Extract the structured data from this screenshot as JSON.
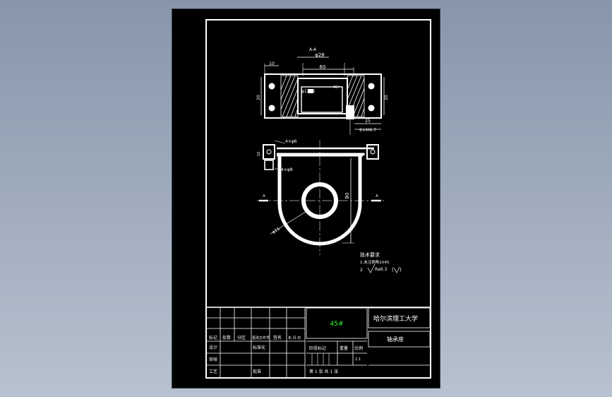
{
  "title_block": {
    "material": "45#",
    "school": "哈尔滨理工大学",
    "part_name": "轴承座",
    "row_labels": [
      "标记",
      "处数",
      "分区",
      "更改文件号",
      "签名",
      "年.月.日"
    ],
    "design_label": "设计",
    "standardization_label": "标准化",
    "review_label": "审核",
    "process_label": "工艺",
    "approve_label": "批准",
    "stage_mark_label": "阶段标记",
    "weight_label": "重量",
    "scale_label": "比例",
    "scale_value": "1:1",
    "sheet_info": "第 1 张   共 1 张"
  },
  "section_view": {
    "section_label": "A-A",
    "dims": [
      "φ28",
      "60",
      "10",
      "20",
      "φ12h6",
      "45°",
      "25",
      "6×M4-7",
      "20"
    ]
  },
  "plan_view": {
    "dims": [
      "4×φ6",
      "4×φ8",
      "10",
      "80",
      "φ15"
    ],
    "cut_mark_left": "A",
    "cut_mark_right": "A"
  },
  "notes": {
    "heading": "技术要求",
    "items": [
      "1.未注倒角1X45",
      "2"
    ],
    "roughness": "Ra6.3"
  },
  "colors": {
    "sheet_bg": "#000000",
    "line": "#ffffff",
    "material_text": "#33ff33",
    "centerline": "#bbbbbb"
  }
}
